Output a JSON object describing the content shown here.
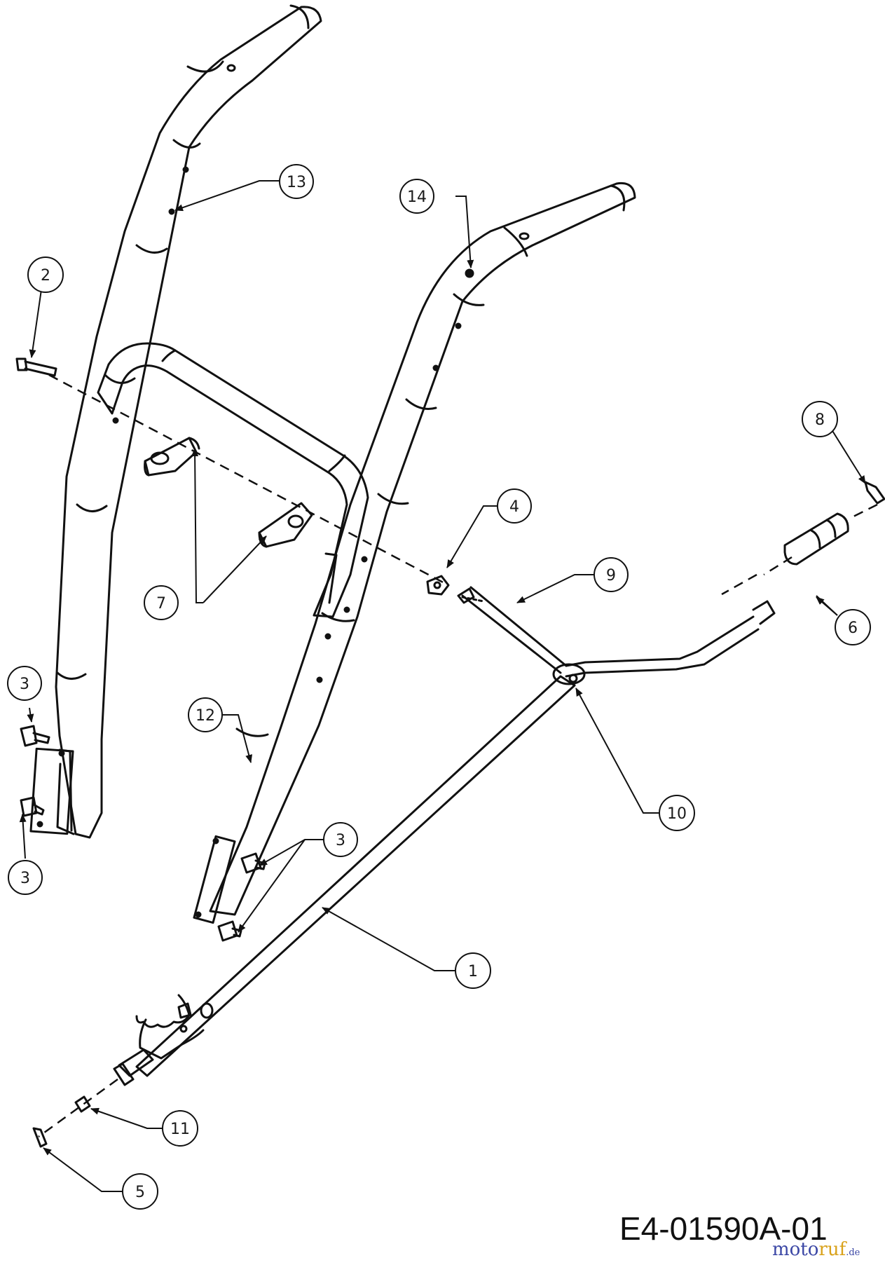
{
  "diagram": {
    "drawing_code": "E4-01590A-01",
    "watermark": {
      "part1": "moto",
      "part2": "ruf",
      "suffix": ".de"
    },
    "callouts": [
      {
        "id": "1",
        "label": "1"
      },
      {
        "id": "2",
        "label": "2"
      },
      {
        "id": "3a",
        "label": "3"
      },
      {
        "id": "3b",
        "label": "3"
      },
      {
        "id": "3c",
        "label": "3"
      },
      {
        "id": "4",
        "label": "4"
      },
      {
        "id": "5",
        "label": "5"
      },
      {
        "id": "6",
        "label": "6"
      },
      {
        "id": "7",
        "label": "7"
      },
      {
        "id": "8",
        "label": "8"
      },
      {
        "id": "9",
        "label": "9"
      },
      {
        "id": "10",
        "label": "10"
      },
      {
        "id": "11",
        "label": "11"
      },
      {
        "id": "12",
        "label": "12"
      },
      {
        "id": "13",
        "label": "13"
      },
      {
        "id": "14",
        "label": "14"
      }
    ]
  }
}
